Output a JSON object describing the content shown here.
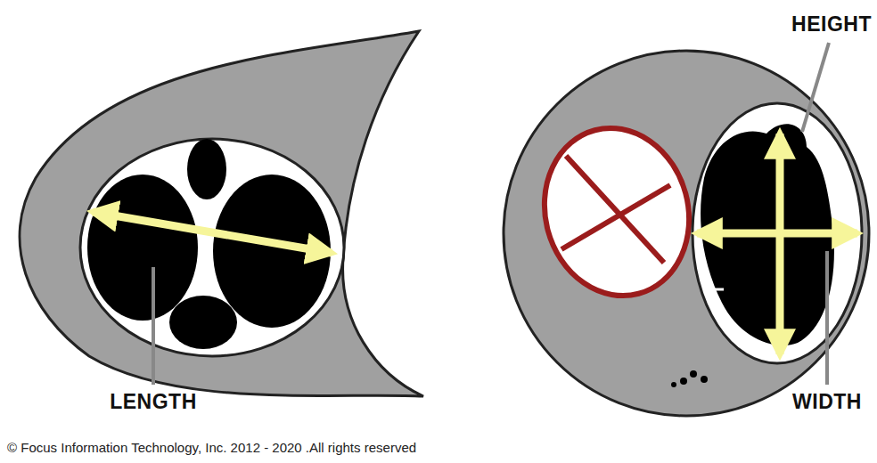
{
  "diagram": {
    "labels": [
      "HEIGHT",
      "LENGTH",
      "WIDTH",
      "© Focus Information Technology, Inc. 2012 - 2020 .All rights reserved"
    ]
  }
}
